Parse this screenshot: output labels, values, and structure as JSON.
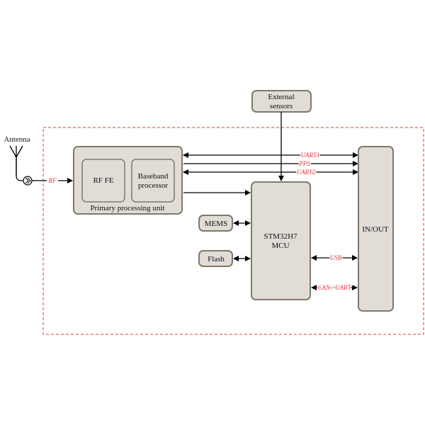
{
  "diagram": {
    "antenna_label": "Antenna",
    "rf_label": "RF",
    "primary_unit": {
      "label": "Primary processing unit",
      "rf_fe": "RF FE",
      "baseband_line1": "Baseband",
      "baseband_line2": "processor"
    },
    "external_sensors_line1": "External",
    "external_sensors_line2": "sensors",
    "mcu_line1": "STM32H7",
    "mcu_line2": "MCU",
    "mems": "MEMS",
    "flash": "Flash",
    "inout": "IN/OUT",
    "signals": {
      "uart1": "UART1",
      "pps": "PPS",
      "uart2": "UART2",
      "usb": "USB",
      "can_uart": "CAN / UART"
    },
    "colors": {
      "block_fill": "#e2dcd7",
      "block_stroke": "#7d7a6a",
      "signal_text": "#e8333f",
      "boundary": "#e8333f"
    }
  }
}
